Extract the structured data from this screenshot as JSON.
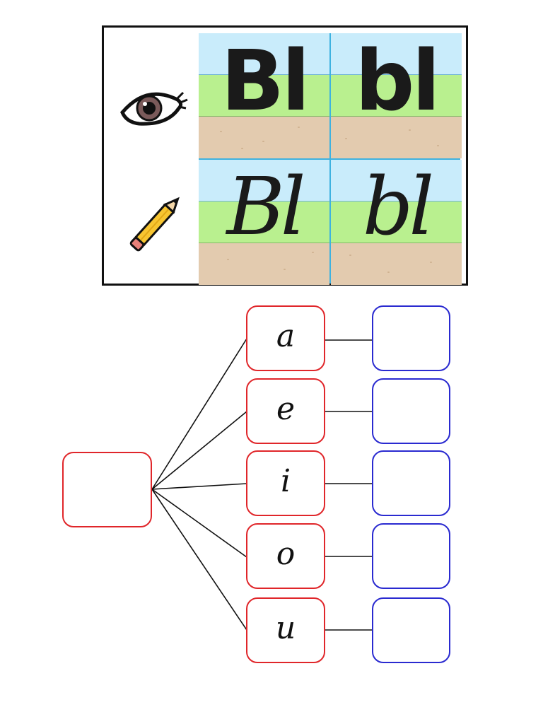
{
  "card": {
    "icons": [
      "eye-icon",
      "pencil-icon"
    ],
    "printed": {
      "upper": "Bl",
      "lower": "bl"
    },
    "cursive": {
      "upper": "Bl",
      "lower": "bl"
    }
  },
  "diagram": {
    "source_box": "",
    "vowels": [
      "a",
      "e",
      "i",
      "o",
      "u"
    ],
    "answers": [
      "",
      "",
      "",
      "",
      ""
    ]
  },
  "colors": {
    "vowel_border": "#e0262a",
    "answer_border": "#2a2ad0",
    "sky": "#c9ecfb",
    "grass": "#b9f08f",
    "soil": "#e3cbaf",
    "divider": "#3eb2e0"
  }
}
